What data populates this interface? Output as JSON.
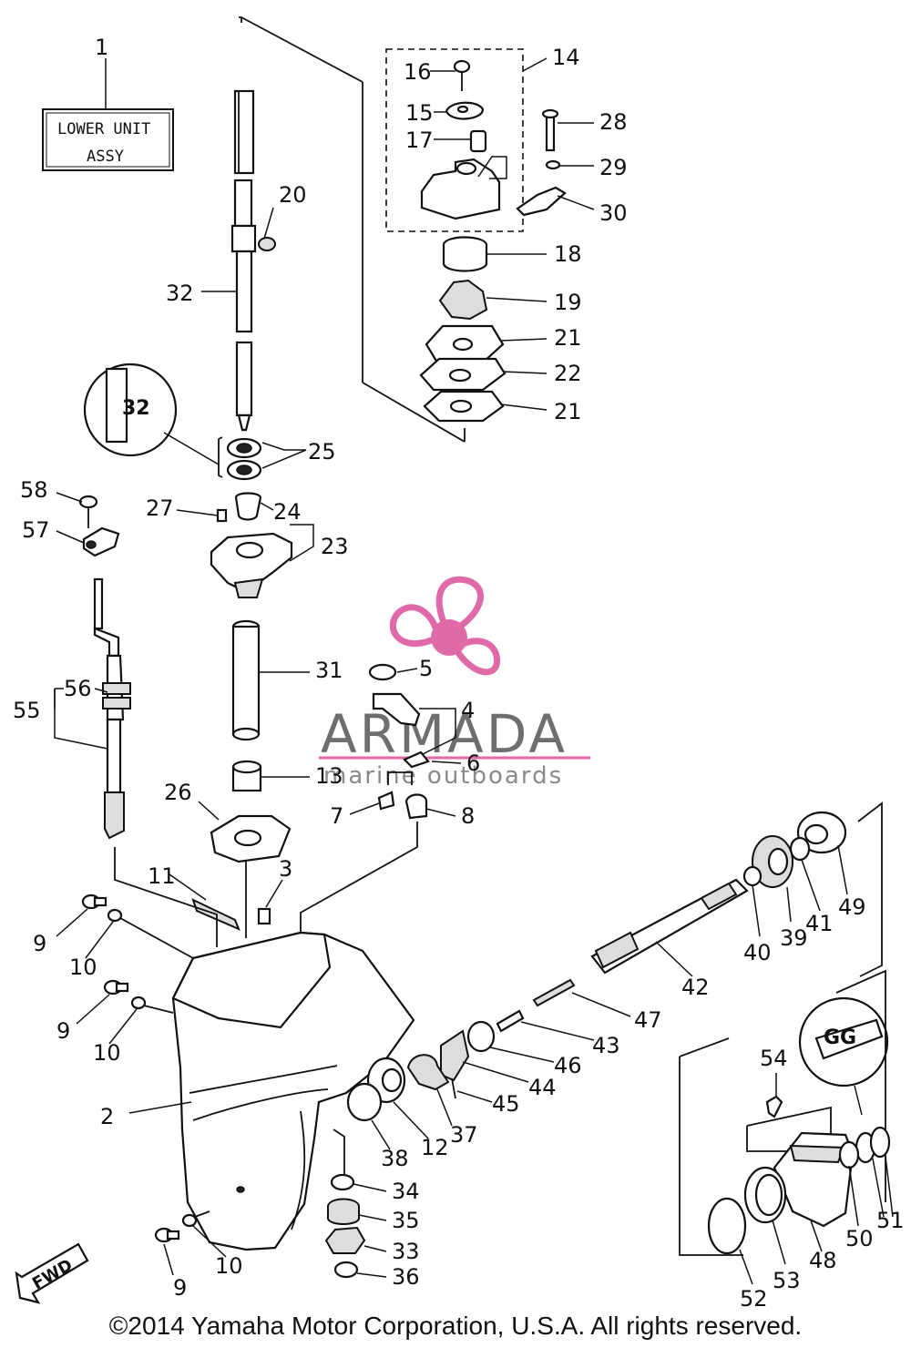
{
  "header_box": {
    "line1": "LOWER UNIT",
    "line2": "ASSY"
  },
  "watermark": {
    "brand": "ARMADA",
    "tagline": "marine outboards",
    "accent_color": "#e06aa8",
    "logo_icon": "propeller-icon"
  },
  "direction_badge": "FWD",
  "grease_badge_a": "32",
  "grease_badge_b": "GG",
  "copyright": "©2014 Yamaha Motor Corporation, U.S.A. All rights reserved.",
  "callouts": [
    "1",
    "14",
    "16",
    "15",
    "28",
    "17",
    "29",
    "30",
    "20",
    "18",
    "32",
    "19",
    "21",
    "22",
    "21",
    "25",
    "58",
    "27",
    "24",
    "57",
    "23",
    "31",
    "5",
    "4",
    "56",
    "55",
    "6",
    "13",
    "26",
    "7",
    "8",
    "49",
    "41",
    "39",
    "40",
    "11",
    "3",
    "9",
    "10",
    "42",
    "9",
    "47",
    "10",
    "43",
    "46",
    "44",
    "2",
    "45",
    "37",
    "54",
    "12",
    "38",
    "34",
    "35",
    "50",
    "51",
    "48",
    "33",
    "53",
    "36",
    "10",
    "52",
    "9"
  ]
}
